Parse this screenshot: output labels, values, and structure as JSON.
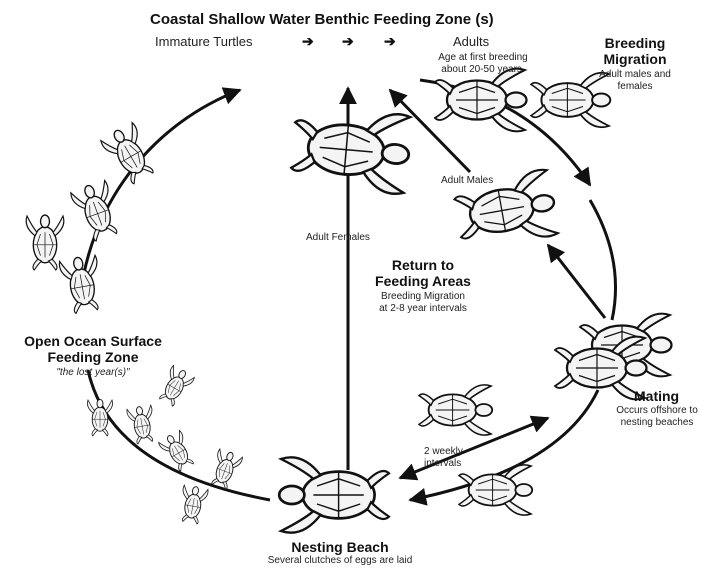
{
  "header": {
    "title": "Coastal Shallow Water Benthic Feeding Zone (s)",
    "immature": "Immature Turtles",
    "arrows": [
      "➔",
      "➔",
      "➔"
    ],
    "adults": "Adults",
    "age_note_line1": "Age at first breeding",
    "age_note_line2": "about 20-50 years."
  },
  "breeding_migration": {
    "title_line1": "Breeding",
    "title_line2": "Migration",
    "note_line1": "Adult males and",
    "note_line2": "females"
  },
  "adult_males": "Adult Males",
  "adult_females": "Adult Females",
  "return": {
    "title_line1": "Return to",
    "title_line2": "Feeding Areas",
    "note_line1": "Breeding Migration",
    "note_line2": "at 2-8 year intervals"
  },
  "open_ocean": {
    "title_line1": "Open Ocean Surface",
    "title_line2": "Feeding Zone",
    "note": "\"the lost year(s)\""
  },
  "mating": {
    "title": "Mating",
    "note_line1": "Occurs offshore to",
    "note_line2": "nesting beaches"
  },
  "weekly": {
    "line1": "2 weekly",
    "line2": "intervals"
  },
  "nesting": {
    "title": "Nesting Beach",
    "note": "Several clutches of eggs are laid"
  },
  "colors": {
    "ink": "#111111",
    "shell": "#f4f4f4"
  }
}
